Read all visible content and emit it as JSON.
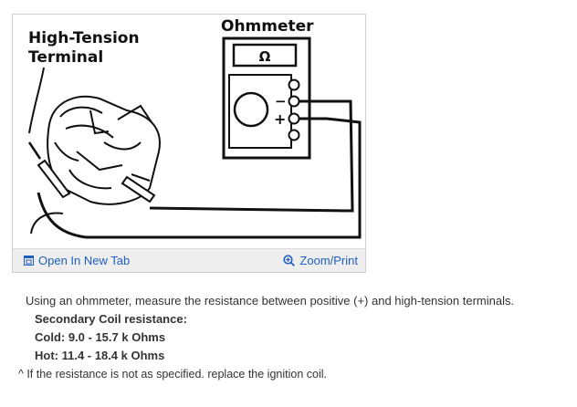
{
  "diagram": {
    "label_high_tension_line1": "High-Tension",
    "label_high_tension_line2": "Terminal",
    "label_ohmmeter": "Ohmmeter",
    "meter_display_symbol": "Ω",
    "meter_minus": "−",
    "meter_plus": "+"
  },
  "toolbar": {
    "open_label": "Open In New Tab",
    "zoom_label": "Zoom/Print",
    "open_icon": "open-in-new-tab-icon",
    "zoom_icon": "magnifier-plus-icon",
    "link_color": "#1f5fbf"
  },
  "text": {
    "intro": "Using an ohmmeter, measure the resistance between positive (+) and high-tension terminals.",
    "spec_title": "Secondary Coil resistance:",
    "cold": "Cold: 9.0 - 15.7 k Ohms",
    "hot": "Hot: 11.4 - 18.4 k Ohms",
    "note": "^ If the resistance is not as specified. replace the ignition coil."
  }
}
